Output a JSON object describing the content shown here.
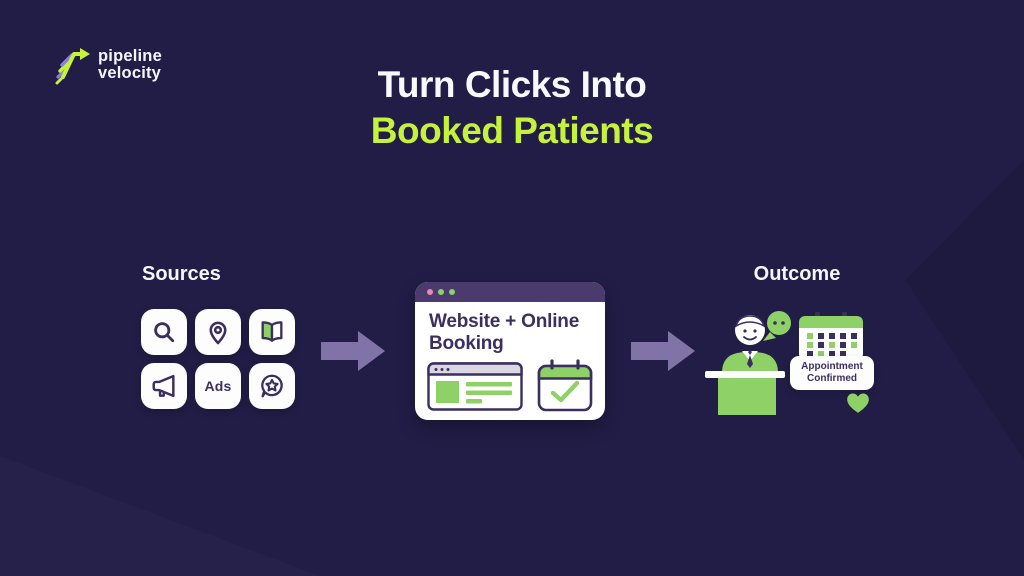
{
  "logo": {
    "line1": "pipeline",
    "line2": "velocity"
  },
  "title": {
    "line1": "Turn Clicks Into",
    "line2": "Booked Patients"
  },
  "sources": {
    "label": "Sources",
    "ads_label": "Ads",
    "icons": [
      "search-icon",
      "location-pin-icon",
      "open-book-icon",
      "megaphone-icon",
      "ads-tile",
      "review-star-icon"
    ]
  },
  "website_card": {
    "title": "Website + Online Booking"
  },
  "outcome": {
    "label": "Outcome",
    "badge": "Appointment Confirmed"
  },
  "colors": {
    "background": "#221d47",
    "lime": "#c7f23c",
    "green": "#8ed166",
    "dark_purple": "#3a2f5e",
    "arrow_purple": "#8173a8",
    "header_purple": "#4a3a6e",
    "pink_dot": "#e98bb0",
    "stripe_purple": "#8c80d8"
  }
}
